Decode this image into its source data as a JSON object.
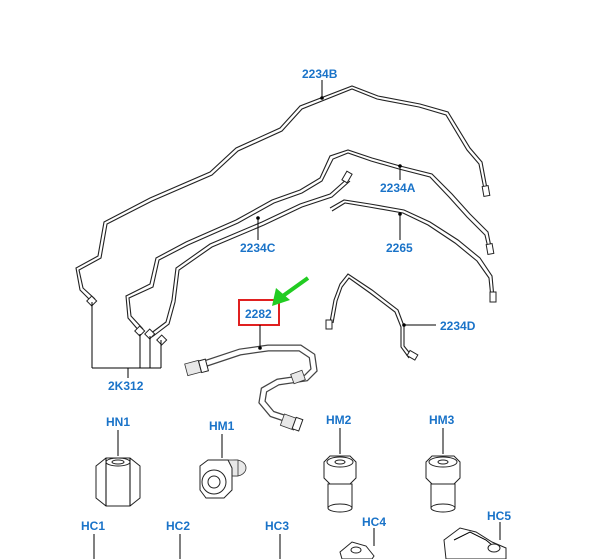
{
  "diagram": {
    "highlight_color": "#e02020",
    "arrow_color": "#22cc22",
    "label_color": "#1a73c8",
    "labels": {
      "l2234b": "2234B",
      "l2234a": "2234A",
      "l2234c": "2234C",
      "l2265": "2265",
      "l2282": "2282",
      "l2234d": "2234D",
      "l2k312": "2K312",
      "lhn1": "HN1",
      "lhm1": "HM1",
      "lhm2": "HM2",
      "lhm3": "HM3",
      "lhc1": "HC1",
      "lhc2": "HC2",
      "lhc3": "HC3",
      "lhc4": "HC4",
      "lhc5": "HC5"
    }
  }
}
